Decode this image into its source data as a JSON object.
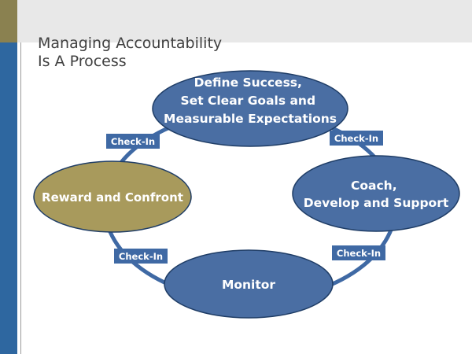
{
  "slide": {
    "title_lines": [
      "Managing Accountability",
      "Is A Process"
    ]
  },
  "colors": {
    "header_band": "#e8e8e8",
    "accent_gold": "#8a8150",
    "accent_blue": "#2e67a0",
    "node_blue": "#4a6ea3",
    "node_gold": "#a89a5c",
    "node_border": "#1f3d66",
    "tag_fill": "#3f69a4",
    "ring_stroke": "#3f69a4"
  },
  "diagram": {
    "nodes": [
      {
        "id": "define-success",
        "lines": [
          "Define Success,",
          "Set Clear Goals and",
          "Measurable Expectations"
        ],
        "color": "blue"
      },
      {
        "id": "coach",
        "lines": [
          "Coach,",
          "Develop and Support"
        ],
        "color": "blue"
      },
      {
        "id": "monitor",
        "lines": [
          "Monitor"
        ],
        "color": "blue"
      },
      {
        "id": "reward-confront",
        "lines": [
          "Reward and Confront"
        ],
        "color": "gold"
      }
    ],
    "check_ins": [
      "Check-In",
      "Check-In",
      "Check-In",
      "Check-In"
    ]
  }
}
